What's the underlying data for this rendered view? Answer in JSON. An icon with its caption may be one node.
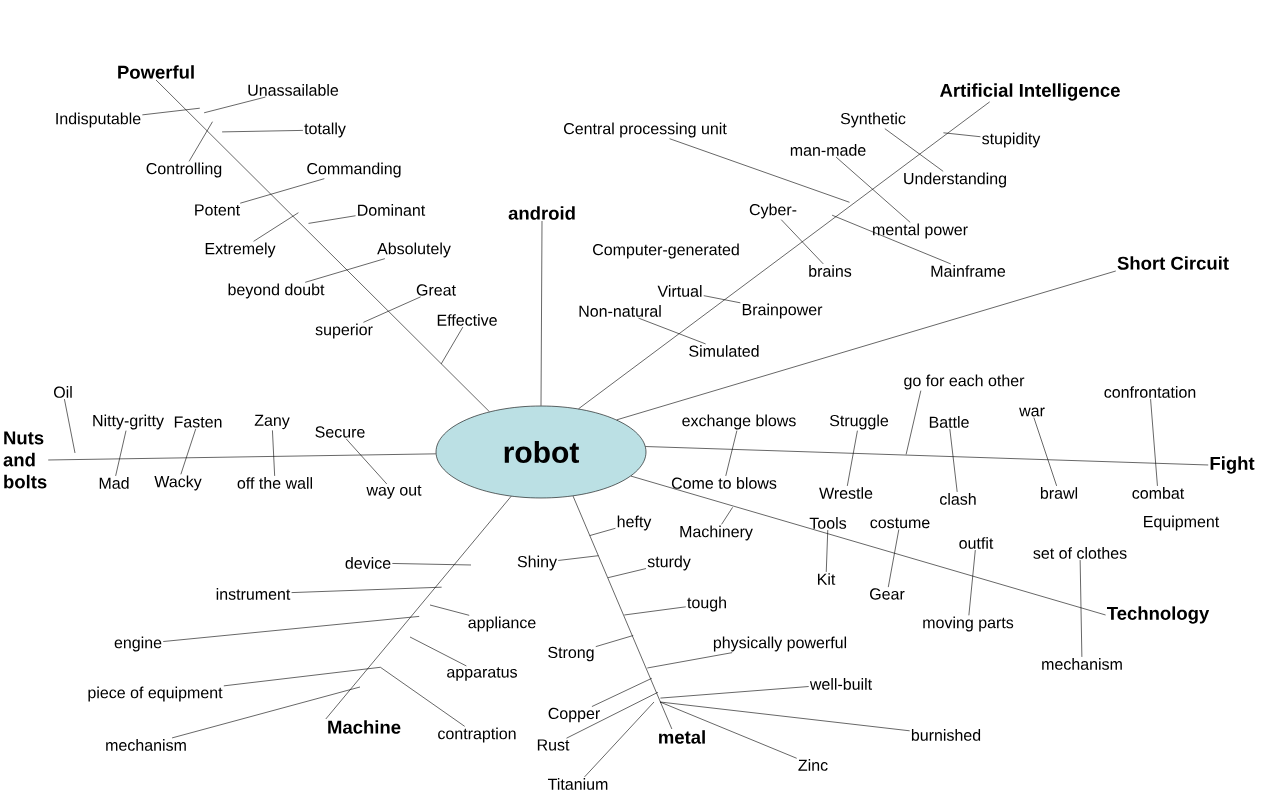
{
  "diagram": {
    "nodes": [
      {
        "text": [
          "robot"
        ]
      },
      {
        "text": [
          "Powerful"
        ]
      },
      {
        "text": [
          "android"
        ]
      },
      {
        "text": [
          "Artificial Intelligence"
        ]
      },
      {
        "text": [
          "Short Circuit"
        ]
      },
      {
        "text": [
          "Fight"
        ]
      },
      {
        "text": [
          "Technology"
        ]
      },
      {
        "text": [
          "metal"
        ]
      },
      {
        "text": [
          "Machine"
        ]
      },
      {
        "text": [
          "Nuts and bolts"
        ]
      },
      {
        "text": [
          "Unassailable"
        ]
      },
      {
        "text": [
          "Indisputable"
        ]
      },
      {
        "text": [
          "totally"
        ]
      },
      {
        "text": [
          "Controlling"
        ]
      },
      {
        "text": [
          "Commanding"
        ]
      },
      {
        "text": [
          "Potent"
        ]
      },
      {
        "text": [
          "Dominant"
        ]
      },
      {
        "text": [
          "Extremely"
        ]
      },
      {
        "text": [
          "Absolutely"
        ]
      },
      {
        "text": [
          "beyond doubt"
        ]
      },
      {
        "text": [
          "Great"
        ]
      },
      {
        "text": [
          "superior"
        ]
      },
      {
        "text": [
          "Effective"
        ]
      },
      {
        "text": [
          "Central processing unit"
        ]
      },
      {
        "text": [
          "Synthetic"
        ]
      },
      {
        "text": [
          "stupidity"
        ]
      },
      {
        "text": [
          "man-made"
        ]
      },
      {
        "text": [
          "Understanding"
        ]
      },
      {
        "text": [
          "Cyber-"
        ]
      },
      {
        "text": [
          "mental power"
        ]
      },
      {
        "text": [
          "brains"
        ]
      },
      {
        "text": [
          "Computer-generated"
        ]
      },
      {
        "text": [
          "Mainframe"
        ]
      },
      {
        "text": [
          "Virtual"
        ]
      },
      {
        "text": [
          "Brainpower"
        ]
      },
      {
        "text": [
          "Non-natural"
        ]
      },
      {
        "text": [
          "Simulated"
        ]
      },
      {
        "text": [
          "Oil"
        ]
      },
      {
        "text": [
          "Nitty-gritty"
        ]
      },
      {
        "text": [
          "Mad"
        ]
      },
      {
        "text": [
          "Fasten"
        ]
      },
      {
        "text": [
          "Wacky"
        ]
      },
      {
        "text": [
          "Zany"
        ]
      },
      {
        "text": [
          "off the wall"
        ]
      },
      {
        "text": [
          "Secure"
        ]
      },
      {
        "text": [
          "way out"
        ]
      },
      {
        "text": [
          "go for each other"
        ]
      },
      {
        "text": [
          "exchange blows"
        ]
      },
      {
        "text": [
          "Struggle"
        ]
      },
      {
        "text": [
          "Battle"
        ]
      },
      {
        "text": [
          "war"
        ]
      },
      {
        "text": [
          "confrontation"
        ]
      },
      {
        "text": [
          "Come to blows"
        ]
      },
      {
        "text": [
          "Wrestle"
        ]
      },
      {
        "text": [
          "clash"
        ]
      },
      {
        "text": [
          "brawl"
        ]
      },
      {
        "text": [
          "combat"
        ]
      },
      {
        "text": [
          "Equipment"
        ]
      },
      {
        "text": [
          "Machinery"
        ]
      },
      {
        "text": [
          "Tools"
        ]
      },
      {
        "text": [
          "costume"
        ]
      },
      {
        "text": [
          "outfit"
        ]
      },
      {
        "text": [
          "set of clothes"
        ]
      },
      {
        "text": [
          "Kit"
        ]
      },
      {
        "text": [
          "Gear"
        ]
      },
      {
        "text": [
          "moving parts"
        ]
      },
      {
        "text": [
          "mechanism"
        ]
      },
      {
        "text": [
          "hefty"
        ]
      },
      {
        "text": [
          "Shiny"
        ]
      },
      {
        "text": [
          "sturdy"
        ]
      },
      {
        "text": [
          "tough"
        ]
      },
      {
        "text": [
          "Strong"
        ]
      },
      {
        "text": [
          "physically powerful"
        ]
      },
      {
        "text": [
          "Copper"
        ]
      },
      {
        "text": [
          "well-built"
        ]
      },
      {
        "text": [
          "Rust"
        ]
      },
      {
        "text": [
          "burnished"
        ]
      },
      {
        "text": [
          "Zinc"
        ]
      },
      {
        "text": [
          "Titanium"
        ]
      },
      {
        "text": [
          "device"
        ]
      },
      {
        "text": [
          "instrument"
        ]
      },
      {
        "text": [
          "appliance"
        ]
      },
      {
        "text": [
          "engine"
        ]
      },
      {
        "text": [
          "apparatus"
        ]
      },
      {
        "text": [
          "piece of equipment"
        ]
      },
      {
        "text": [
          "contraption"
        ]
      },
      {
        "text": [
          "mechanism"
        ]
      }
    ],
    "edges": [
      {
        "from": 0,
        "to": 1,
        "arrow": "none"
      },
      {
        "from": 0,
        "to": 2,
        "arrow": "none"
      },
      {
        "from": 0,
        "to": 3,
        "arrow": "none"
      },
      {
        "from": 0,
        "to": 4,
        "arrow": "none"
      },
      {
        "from": 0,
        "to": 5,
        "arrow": "none"
      },
      {
        "from": 0,
        "to": 6,
        "arrow": "none"
      },
      {
        "from": 0,
        "to": 7,
        "arrow": "none"
      },
      {
        "from": 0,
        "to": 8,
        "arrow": "none"
      },
      {
        "from": 0,
        "to": 9,
        "arrow": "none"
      },
      {
        "from": 10,
        "to": null,
        "arrow": "none"
      },
      {
        "from": 11,
        "to": null,
        "arrow": "none"
      },
      {
        "from": 12,
        "to": null,
        "arrow": "none"
      },
      {
        "from": 13,
        "to": null,
        "arrow": "none"
      },
      {
        "from": 15,
        "to": 14,
        "arrow": "none"
      },
      {
        "from": 16,
        "to": null,
        "arrow": "none"
      },
      {
        "from": 17,
        "to": null,
        "arrow": "none"
      },
      {
        "from": 19,
        "to": 18,
        "arrow": "none"
      },
      {
        "from": 21,
        "to": 20,
        "arrow": "none"
      },
      {
        "from": 22,
        "to": null,
        "arrow": "none"
      },
      {
        "from": 23,
        "to": null,
        "arrow": "none"
      },
      {
        "from": 24,
        "to": 27,
        "arrow": "none"
      },
      {
        "from": 25,
        "to": null,
        "arrow": "none"
      },
      {
        "from": 26,
        "to": 29,
        "arrow": "none"
      },
      {
        "from": 28,
        "to": 30,
        "arrow": "none"
      },
      {
        "from": 32,
        "to": null,
        "arrow": "none"
      },
      {
        "from": 33,
        "to": 34,
        "arrow": "none"
      },
      {
        "from": 35,
        "to": 36,
        "arrow": "none"
      },
      {
        "from": 37,
        "to": null,
        "arrow": "none"
      },
      {
        "from": 38,
        "to": 39,
        "arrow": "none"
      },
      {
        "from": 40,
        "to": 41,
        "arrow": "none"
      },
      {
        "from": 42,
        "to": 43,
        "arrow": "none"
      },
      {
        "from": 44,
        "to": 45,
        "arrow": "none"
      },
      {
        "from": 46,
        "to": null,
        "arrow": "none"
      },
      {
        "from": 47,
        "to": 52,
        "arrow": "none"
      },
      {
        "from": 48,
        "to": 53,
        "arrow": "none"
      },
      {
        "from": 49,
        "to": 54,
        "arrow": "none"
      },
      {
        "from": 50,
        "to": 55,
        "arrow": "none"
      },
      {
        "from": 51,
        "to": 56,
        "arrow": "none"
      },
      {
        "from": 58,
        "to": null,
        "arrow": "none"
      },
      {
        "from": 59,
        "to": 63,
        "arrow": "none"
      },
      {
        "from": 60,
        "to": 64,
        "arrow": "none"
      },
      {
        "from": 61,
        "to": 65,
        "arrow": "none"
      },
      {
        "from": 62,
        "to": 66,
        "arrow": "none"
      },
      {
        "from": 67,
        "to": null,
        "arrow": "none"
      },
      {
        "from": 68,
        "to": null,
        "arrow": "none"
      },
      {
        "from": 69,
        "to": null,
        "arrow": "none"
      },
      {
        "from": 70,
        "to": null,
        "arrow": "none"
      },
      {
        "from": 71,
        "to": null,
        "arrow": "none"
      },
      {
        "from": 72,
        "to": null,
        "arrow": "none"
      },
      {
        "from": 73,
        "to": null,
        "arrow": "none"
      },
      {
        "from": 74,
        "to": null,
        "arrow": "none"
      },
      {
        "from": 75,
        "to": null,
        "arrow": "none"
      },
      {
        "from": 76,
        "to": null,
        "arrow": "none"
      },
      {
        "from": 77,
        "to": null,
        "arrow": "none"
      },
      {
        "from": 78,
        "to": null,
        "arrow": "none"
      },
      {
        "from": 79,
        "to": null,
        "arrow": "none"
      },
      {
        "from": 80,
        "to": null,
        "arrow": "none"
      },
      {
        "from": 81,
        "to": null,
        "arrow": "none"
      },
      {
        "from": 82,
        "to": null,
        "arrow": "none"
      },
      {
        "from": 83,
        "to": null,
        "arrow": "none"
      },
      {
        "from": 84,
        "to": null,
        "arrow": "none"
      },
      {
        "from": 85,
        "to": null,
        "arrow": "none"
      },
      {
        "from": 86,
        "to": null,
        "arrow": "none"
      }
    ]
  }
}
